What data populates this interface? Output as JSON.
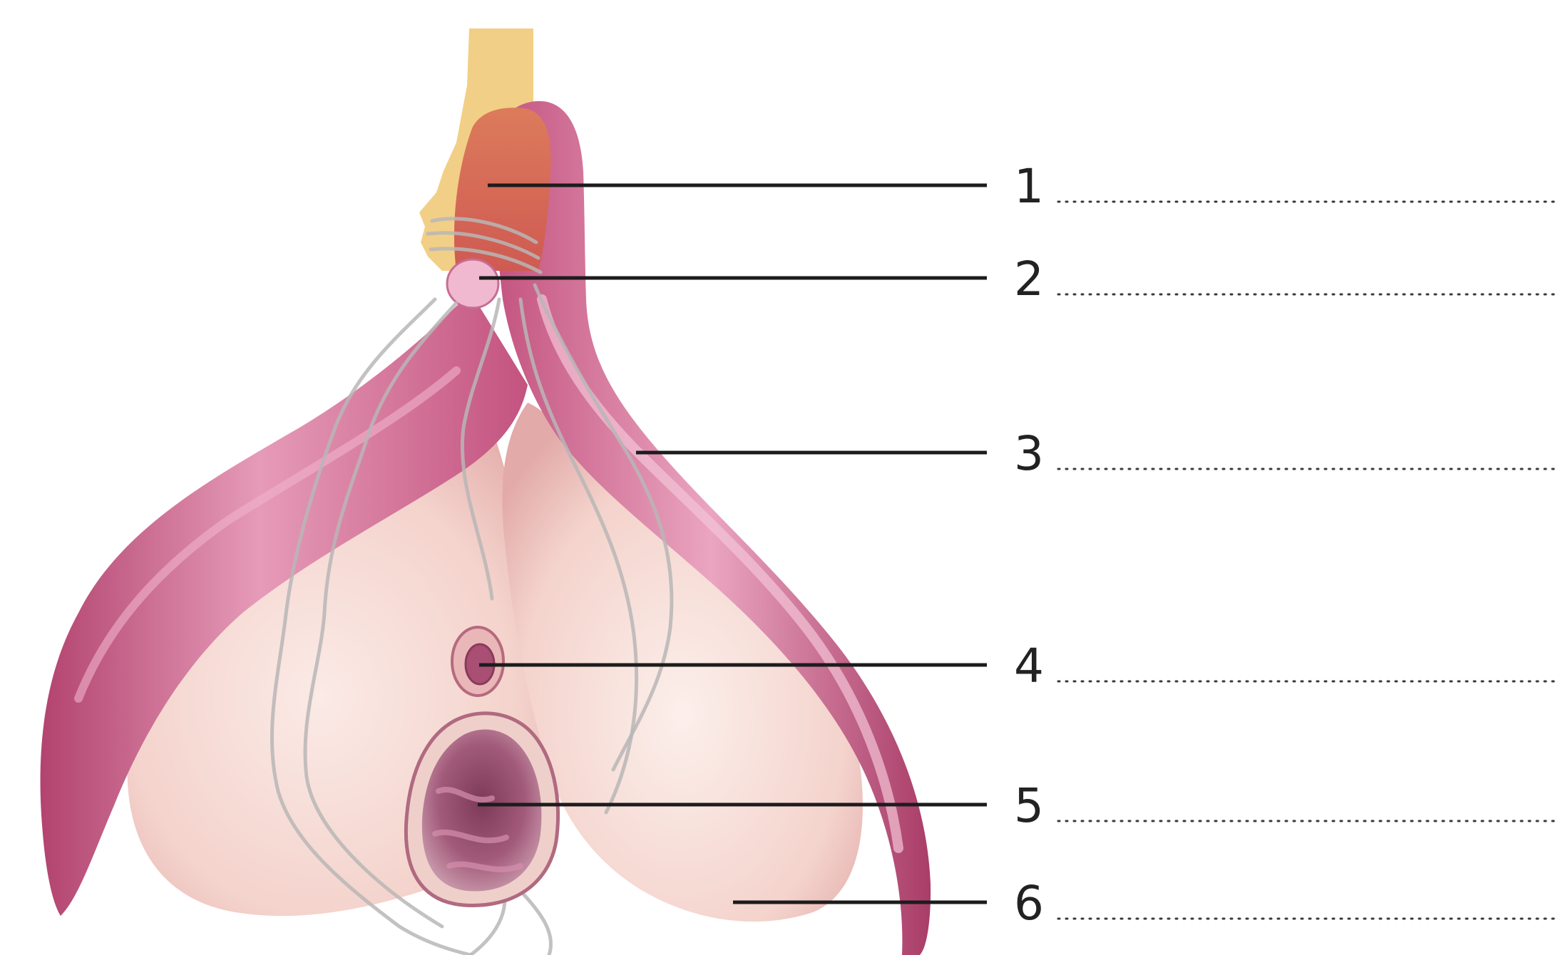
{
  "diagram": {
    "labels": [
      {
        "number": "1"
      },
      {
        "number": "2"
      },
      {
        "number": "3"
      },
      {
        "number": "4"
      },
      {
        "number": "5"
      },
      {
        "number": "6"
      }
    ]
  },
  "colors": {
    "crura_pink": "#c8527f",
    "crura_highlight": "#e79ab8",
    "bulb_pale": "#f4d2cb",
    "bulb_light": "#f9e6e1",
    "glans_orange": "#dd7a5a",
    "tendon_yellow": "#f2cf86",
    "nerve_grey": "#b9b6b6",
    "vaginal_interior": "#9b4f70",
    "leader_line": "#1c1c1c"
  }
}
